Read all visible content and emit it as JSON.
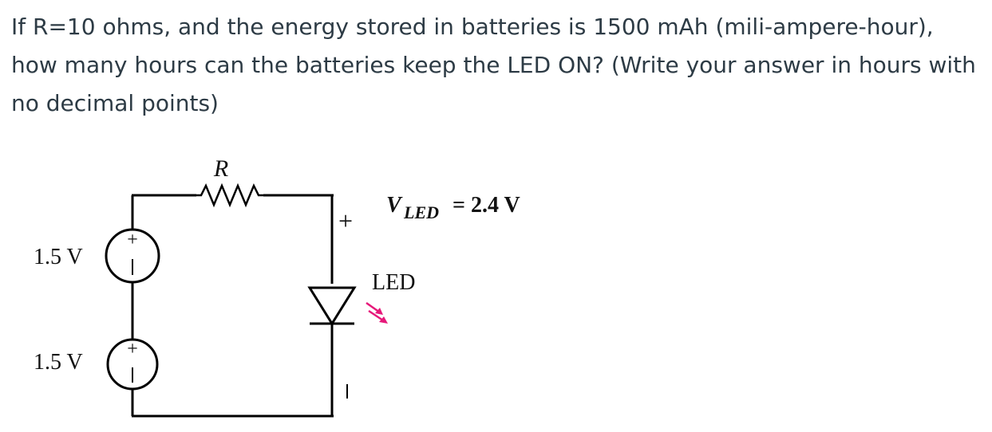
{
  "question": {
    "text": "If R=10 ohms, and the energy stored in batteries is 1500 mAh (mili-ampere-hour),  how many hours can the batteries keep the LED ON? (Write your answer in hours with no decimal points)"
  },
  "circuit": {
    "resistor_label": "R",
    "battery_top_label": "1.5 V",
    "battery_bottom_label": "1.5 V",
    "plus_sign": "+",
    "minus_sign": "−",
    "v_led_symbol": "V",
    "v_led_subscript": "LED",
    "v_led_value": "= 2.4 V",
    "led_label": "LED",
    "wire_color": "#000000",
    "light_arrow_color": "#e6197a"
  }
}
